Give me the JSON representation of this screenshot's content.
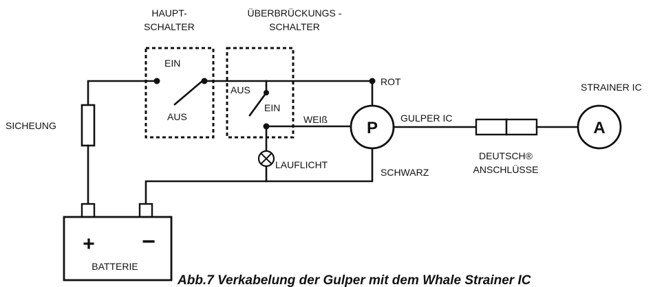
{
  "main_switch": {
    "title_line1": "HAUPT-",
    "title_line2": "SCHALTER",
    "on": "EIN",
    "off": "AUS"
  },
  "bypass_switch": {
    "title_line1": "ÜBERBRÜCKUNGS -",
    "title_line2": "SCHALTER",
    "off": "AUS",
    "on": "EIN"
  },
  "wires": {
    "red": "ROT",
    "white": "WEIß",
    "black": "SCHWARZ"
  },
  "fuse": {
    "label": "SICHEUNG"
  },
  "run_light": {
    "label": "LAUFLICHT"
  },
  "pump": {
    "symbol": "P",
    "label": "GULPER IC"
  },
  "connector": {
    "label_line1": "DEUTSCH®",
    "label_line2": "ANSCHLÜSSE"
  },
  "sensor": {
    "symbol": "A",
    "label": "STRAINER IC"
  },
  "battery": {
    "plus": "+",
    "minus": "−",
    "label": "BATTERIE"
  },
  "caption": "Abb.7  Verkabelung der Gulper mit dem Whale Strainer IC"
}
